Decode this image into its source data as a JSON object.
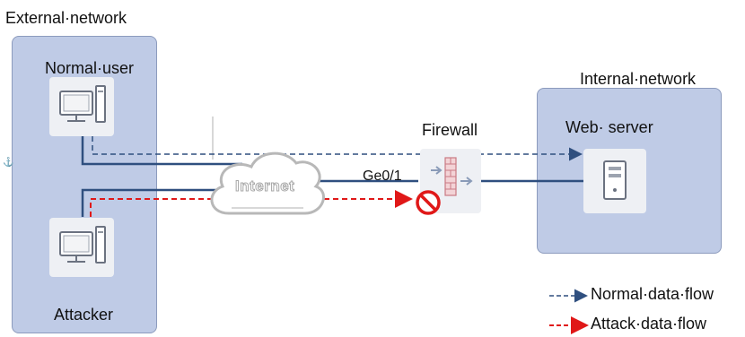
{
  "zones": {
    "external": "External·network",
    "internal": "Internal·network"
  },
  "nodes": {
    "normal_user": "Normal·user",
    "attacker": "Attacker",
    "web_server": "Web· server",
    "firewall": "Firewall",
    "internet": "Internet",
    "interface": "Ge0/1"
  },
  "legend": {
    "normal": "Normal·data·flow",
    "attack": "Attack·data·flow"
  },
  "colors": {
    "zone": "#bfcbe6",
    "line": "#2f4f7f",
    "normal_flow": "#2f4f7f",
    "attack_flow": "#e01818",
    "block": "#e01818"
  },
  "icons": [
    "pc-icon",
    "server-icon",
    "cloud-icon",
    "firewall-icon",
    "blocked-icon"
  ]
}
